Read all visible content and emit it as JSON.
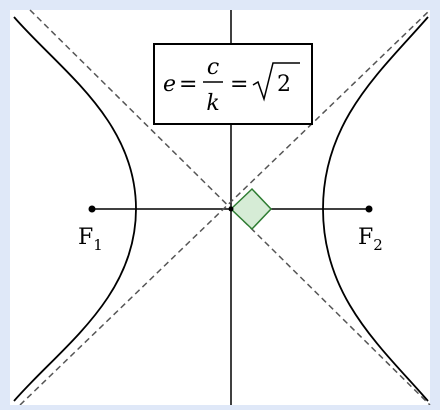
{
  "equation": {
    "lhs": "e",
    "equals_1": "=",
    "fraction_numerator": "c",
    "fraction_denominator": "k",
    "equals_2": "=",
    "radicand": "2"
  },
  "foci": {
    "left": {
      "letter": "F",
      "subscript": "1"
    },
    "right": {
      "letter": "F",
      "subscript": "2"
    }
  },
  "colors": {
    "background": "#dfe8f8",
    "panel": "#ffffff",
    "curve": "#000000",
    "asymptote": "#555555",
    "right_angle_fill": "#d6ecd6",
    "right_angle_stroke": "#2e7d32"
  },
  "features": {
    "hyperbola_branches": 2,
    "asymptotes_dashed": true,
    "right_angle_marker": true
  }
}
